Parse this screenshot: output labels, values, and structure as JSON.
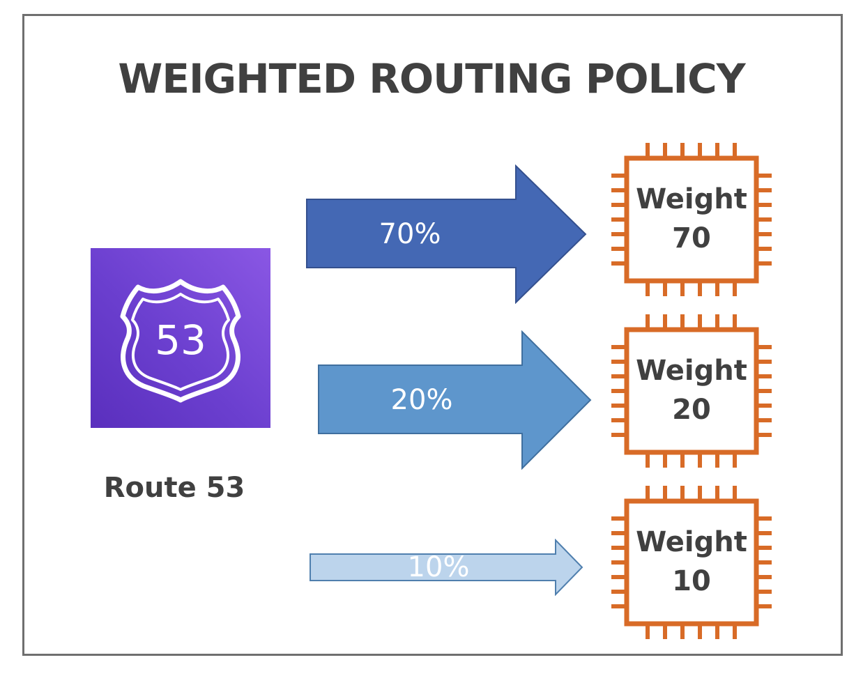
{
  "title": "WEIGHTED ROUTING POLICY",
  "route53": {
    "badge_number": "53",
    "label": "Route 53",
    "icon": "route53-shield-icon"
  },
  "arrows": [
    {
      "label": "70%",
      "percent": 70,
      "color": "#4468b4"
    },
    {
      "label": "20%",
      "percent": 20,
      "color": "#5e96cc"
    },
    {
      "label": "10%",
      "percent": 10,
      "color": "#bcd4ec"
    }
  ],
  "instances": [
    {
      "title": "Weight",
      "value": "70"
    },
    {
      "title": "Weight",
      "value": "20"
    },
    {
      "title": "Weight",
      "value": "10"
    }
  ],
  "colors": {
    "title_text": "#404040",
    "chip_outline": "#d86b27",
    "route53_purple": "#7045d2"
  }
}
